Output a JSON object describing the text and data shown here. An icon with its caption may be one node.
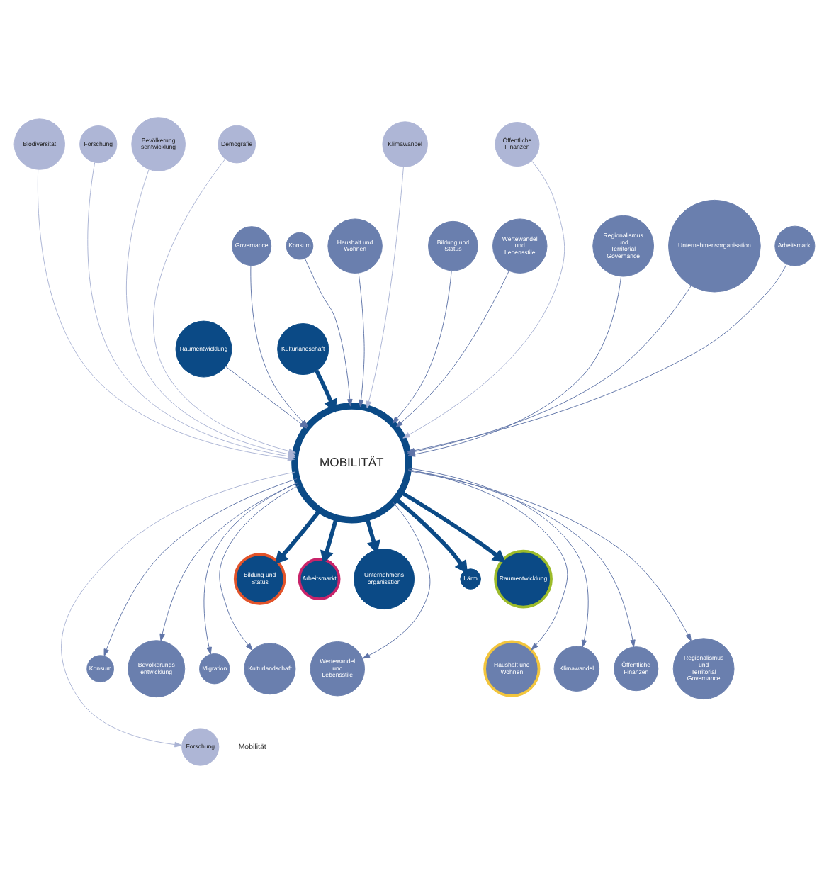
{
  "diagram": {
    "nodes": [
      {
        "text": [
          "MOBILITÄT"
        ]
      },
      {
        "text": [
          "Bevölkerung sentwicklung"
        ]
      },
      {
        "text": [
          "Demografie"
        ]
      },
      {
        "text": [
          "Klimawandel"
        ]
      },
      {
        "text": [
          "Forschung"
        ]
      },
      {
        "text": [
          "Öffentliche Finanzen"
        ]
      },
      {
        "text": [
          "Biodiversität"
        ]
      },
      {
        "text": [
          "Wertewandel und Lebensstile"
        ]
      },
      {
        "text": [
          "Bildung und Status"
        ]
      },
      {
        "text": [
          "Governance"
        ]
      },
      {
        "text": [
          "Regionalismus und Territorial Governance"
        ]
      },
      {
        "text": [
          "Haushalt und Wohnen"
        ]
      },
      {
        "text": [
          "Unternehmensorganisation"
        ]
      },
      {
        "text": [
          "Raumentwicklung"
        ]
      },
      {
        "text": [
          "Kulturlandschaft"
        ]
      },
      {
        "text": [
          "Arbeitsmarkt"
        ]
      },
      {
        "text": [
          "Konsum"
        ]
      },
      {
        "text": [
          "Regionalismus und Territorial Governance"
        ]
      },
      {
        "text": [
          "Öffentliche Finanzen"
        ]
      },
      {
        "text": [
          "Raumentwicklung"
        ]
      },
      {
        "text": [
          "Arbeitsmarkt"
        ]
      },
      {
        "text": [
          "Unternehmens organisation"
        ]
      },
      {
        "text": [
          "Bildung und Status"
        ]
      },
      {
        "text": [
          "Lärm"
        ]
      },
      {
        "text": [
          "Konsum"
        ]
      },
      {
        "text": [
          "Klimawandel"
        ]
      },
      {
        "text": [
          "Bevölkerungs entwicklung"
        ]
      },
      {
        "text": [
          "Haushalt und Wohnen"
        ]
      },
      {
        "text": [
          "Migration"
        ]
      },
      {
        "text": [
          "Kulturlandschaft"
        ]
      },
      {
        "text": [
          "Wertewandel und Lebensstile"
        ]
      },
      {
        "text": [
          "Forschung"
        ]
      }
    ],
    "edges": [
      {
        "from": 1,
        "to": 0,
        "arrow": "to",
        "color": "#aab3d4"
      },
      {
        "from": 2,
        "to": 0,
        "arrow": "to",
        "color": "#aab3d4"
      },
      {
        "from": 3,
        "to": 0,
        "arrow": "to",
        "color": "#aab3d4"
      },
      {
        "from": 4,
        "to": 0,
        "arrow": "to",
        "color": "#aab3d4"
      },
      {
        "from": 5,
        "to": 0,
        "arrow": "to",
        "color": "#aab3d4"
      },
      {
        "from": 6,
        "to": 0,
        "arrow": "to",
        "color": "#aab3d4"
      },
      {
        "from": 7,
        "to": 0,
        "arrow": "to"
      },
      {
        "from": 8,
        "to": 0,
        "arrow": "to"
      },
      {
        "from": 9,
        "to": 0,
        "arrow": "to"
      },
      {
        "from": 10,
        "to": 0,
        "arrow": "to"
      },
      {
        "from": 11,
        "to": 0,
        "arrow": "to"
      },
      {
        "from": 12,
        "to": 0,
        "arrow": "to"
      },
      {
        "from": 13,
        "to": 0,
        "arrow": "to"
      },
      {
        "from": 14,
        "to": 0,
        "arrow": "to",
        "style": "thick",
        "color": "#0b4a86"
      },
      {
        "from": 15,
        "to": 0,
        "arrow": "to"
      },
      {
        "from": 16,
        "to": 0,
        "arrow": "to"
      },
      {
        "from": 0,
        "to": 17,
        "arrow": "to"
      },
      {
        "from": 0,
        "to": 18,
        "arrow": "to"
      },
      {
        "from": 0,
        "to": 19,
        "arrow": "to",
        "style": "thick",
        "color": "#0b4a86"
      },
      {
        "from": 0,
        "to": 20,
        "arrow": "to",
        "style": "thick",
        "color": "#0b4a86"
      },
      {
        "from": 0,
        "to": 21,
        "arrow": "to",
        "style": "thick",
        "color": "#0b4a86"
      },
      {
        "from": 0,
        "to": 22,
        "arrow": "to",
        "style": "thick",
        "color": "#0b4a86"
      },
      {
        "from": 0,
        "to": 23,
        "arrow": "to",
        "style": "thick",
        "color": "#0b4a86"
      },
      {
        "from": 0,
        "to": 24,
        "arrow": "to"
      },
      {
        "from": 0,
        "to": 25,
        "arrow": "to"
      },
      {
        "from": 0,
        "to": 26,
        "arrow": "to"
      },
      {
        "from": 0,
        "to": 27,
        "arrow": "to"
      },
      {
        "from": 0,
        "to": 28,
        "arrow": "to"
      },
      {
        "from": 0,
        "to": 29,
        "arrow": "to"
      },
      {
        "from": 0,
        "to": 30,
        "arrow": "to"
      },
      {
        "from": 0,
        "to": 31,
        "arrow": "to",
        "color": "#aab3d4"
      }
    ],
    "labels": [
      "Mobilität"
    ]
  }
}
